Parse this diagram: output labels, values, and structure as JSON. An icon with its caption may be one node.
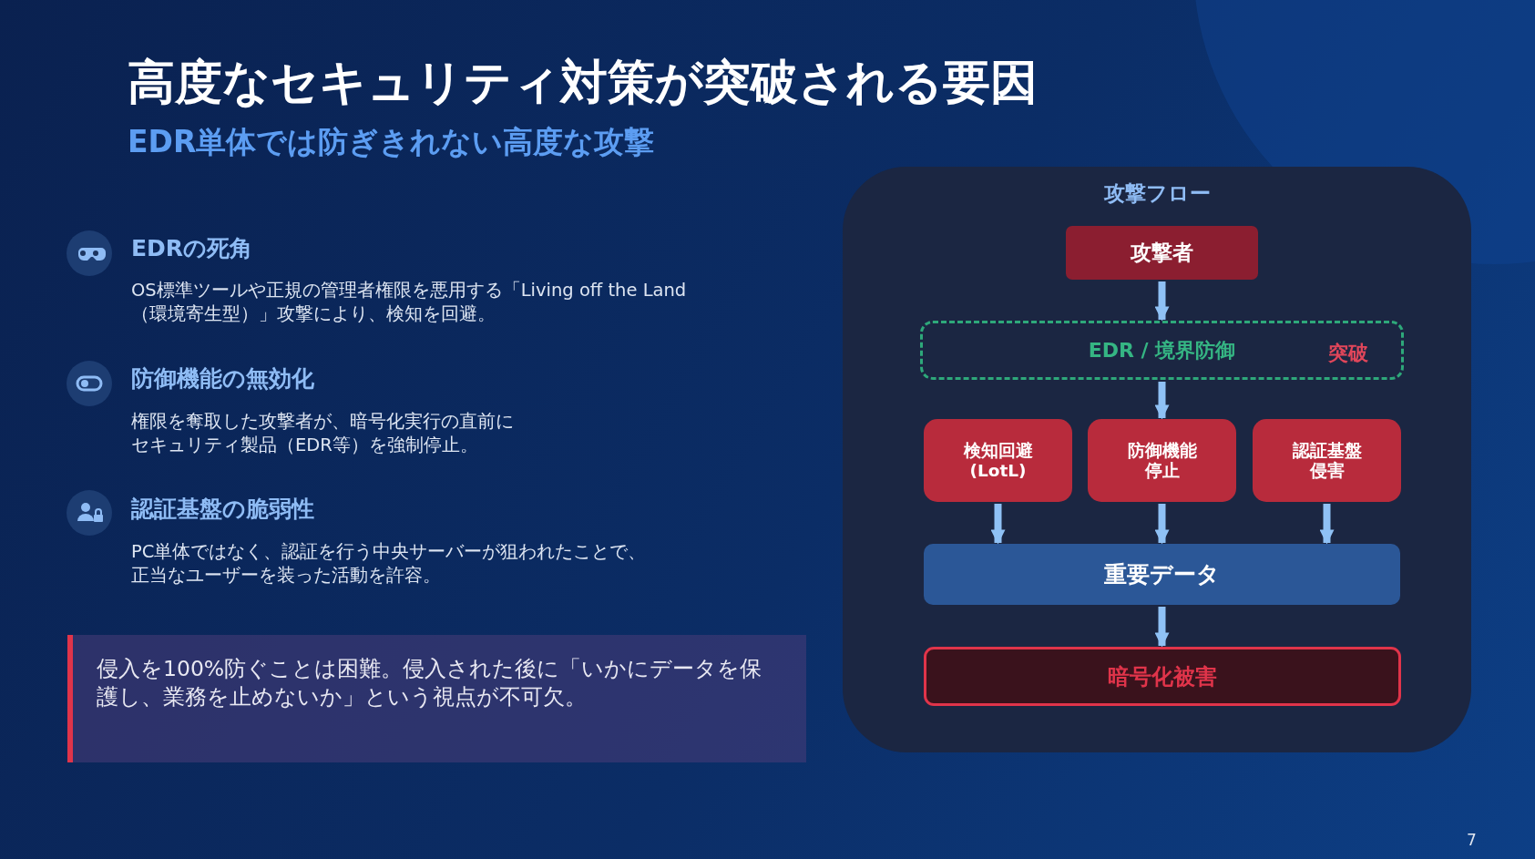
{
  "diagram": {
    "title": "高度なセキュリティ対策が突破される要因",
    "nodes": [
      {
        "text": [
          "侵入を100%防ぐことは困難。侵入された後に「いかにデータを保護し、業務を止めないか」という視点が不可欠。"
        ]
      },
      {
        "text": [
          "攻撃フロー"
        ]
      },
      {
        "text": [
          "攻撃者"
        ],
        "in": 1
      },
      {
        "text": [
          "EDR / 境界防御",
          "突破"
        ],
        "in": 1
      },
      {
        "text": [
          "検知回避 (LotL)"
        ],
        "in": 1
      },
      {
        "text": [
          "防御機能停止"
        ],
        "in": 1
      },
      {
        "text": [
          "認証基盤侵害"
        ],
        "in": 1
      },
      {
        "text": [
          "重要データ"
        ],
        "in": 1
      },
      {
        "text": [
          "暗号化被害"
        ],
        "in": 1
      }
    ],
    "edges": [
      {
        "from": 2,
        "to": 3,
        "arrow": "to"
      },
      {
        "from": 3,
        "to": 5,
        "arrow": "to"
      },
      {
        "from": 4,
        "to": 7,
        "arrow": "to"
      },
      {
        "from": 5,
        "to": 7,
        "arrow": "to"
      },
      {
        "from": 6,
        "to": 7,
        "arrow": "to"
      },
      {
        "from": 7,
        "to": 8,
        "arrow": "to"
      }
    ],
    "labels": [
      "EDR単体では防ぎきれない高度な攻撃",
      "EDRの死角",
      "OS標準ツールや正規の管理者権限を悪用する「Living off the Land（環境寄生型）」攻撃により、検知を回避。",
      "防御機能の無効化",
      "権限を奪取した攻撃者が、暗号化実行の直前にセキュリティ製品（EDR等）を強制停止。",
      "認証基盤の脆弱性",
      "PC単体ではなく、認証を行う中央サーバーが狙われたことで、正当なユーザーを装った活動を許容。",
      "7"
    ]
  }
}
